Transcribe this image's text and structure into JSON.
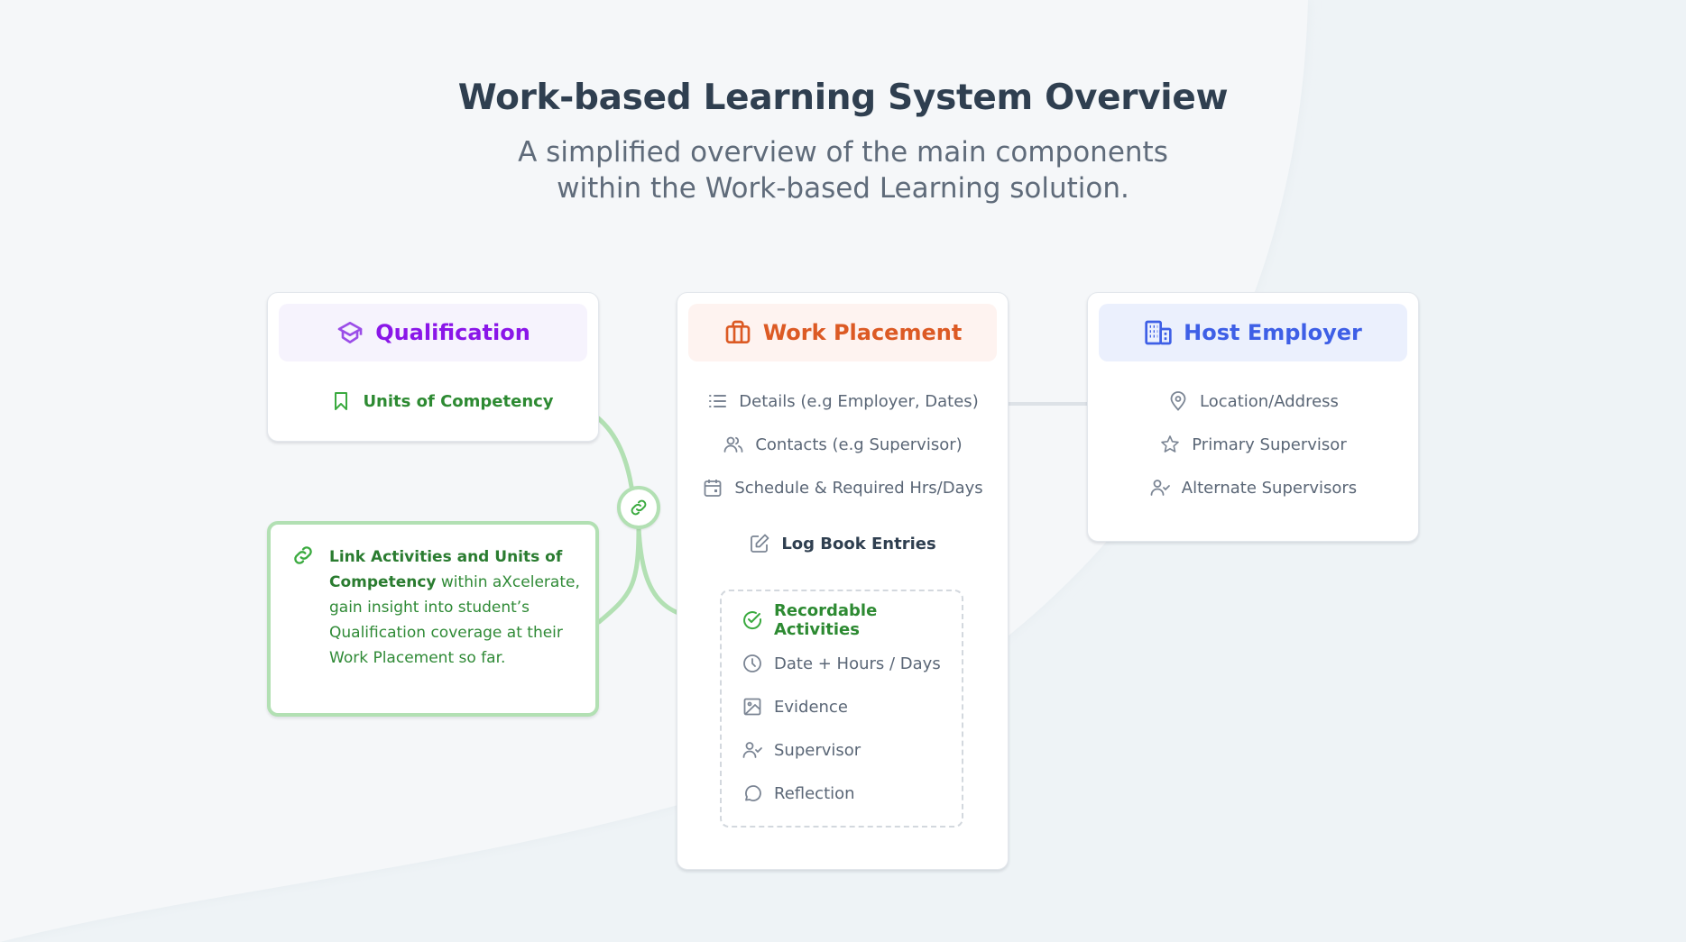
{
  "header": {
    "title": "Work-based Learning System Overview",
    "subtitle_line1": "A simplified overview of the main components",
    "subtitle_line2": "within the Work-based Learning solution."
  },
  "colors": {
    "qualification": "#8a16e8",
    "work_placement": "#dc5a24",
    "host_employer": "#3e5fe6",
    "link_green": "#2d8a32",
    "connector_green": "#b2e0b3",
    "muted_text": "#5a6676"
  },
  "qualification": {
    "title": "Qualification",
    "icon": "graduation-cap-icon",
    "items": [
      {
        "label": "Units of Competency",
        "icon": "bookmark-icon"
      }
    ]
  },
  "link_info": {
    "icon": "link-icon",
    "bold_text": "Link Activities and Units of Competency",
    "rest_text": " within aXcelerate, gain insight into student’s Qualification coverage at their Work Placement so far."
  },
  "work_placement": {
    "title": "Work Placement",
    "icon": "briefcase-icon",
    "items": [
      {
        "label": "Details (e.g Employer, Dates)",
        "icon": "list-icon"
      },
      {
        "label": "Contacts (e.g Supervisor)",
        "icon": "users-icon"
      },
      {
        "label": "Schedule & Required Hrs/Days",
        "icon": "calendar-icon"
      }
    ],
    "log_book": {
      "label": "Log Book Entries",
      "icon": "edit-icon"
    },
    "activities": [
      {
        "label": "Recordable Activities",
        "icon": "check-circle-icon"
      },
      {
        "label": "Date + Hours / Days",
        "icon": "clock-icon"
      },
      {
        "label": "Evidence",
        "icon": "image-icon"
      },
      {
        "label": "Supervisor",
        "icon": "user-check-icon"
      },
      {
        "label": "Reflection",
        "icon": "message-circle-icon"
      }
    ]
  },
  "host_employer": {
    "title": "Host Employer",
    "icon": "building-icon",
    "items": [
      {
        "label": "Location/Address",
        "icon": "map-pin-icon"
      },
      {
        "label": "Primary Supervisor",
        "icon": "star-icon"
      },
      {
        "label": "Alternate Supervisors",
        "icon": "user-check-icon"
      }
    ]
  }
}
